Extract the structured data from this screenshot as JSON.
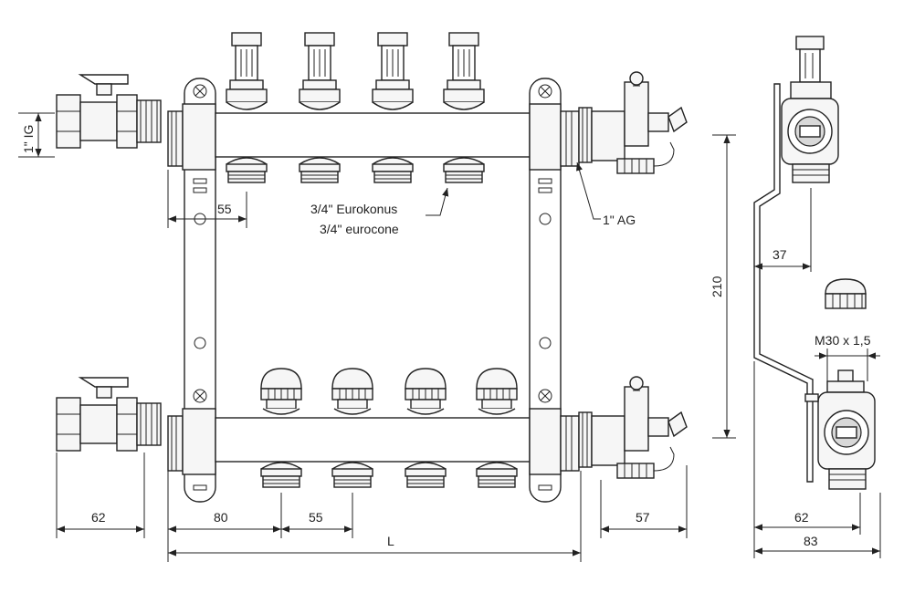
{
  "labels": {
    "ig": "1\" IG",
    "eurokonus_de": "3/4\"  Eurokonus",
    "eurocone_en": "3/4\"  eurocone",
    "ag": "1\" AG",
    "dim_55_top": "55",
    "dim_210": "210",
    "dim_37": "37",
    "thread": "M30 x 1,5",
    "dim_62_left": "62",
    "dim_80": "80",
    "dim_55_bottom": "55",
    "dim_57": "57",
    "dim_L": "L",
    "dim_62_right": "62",
    "dim_83": "83"
  }
}
